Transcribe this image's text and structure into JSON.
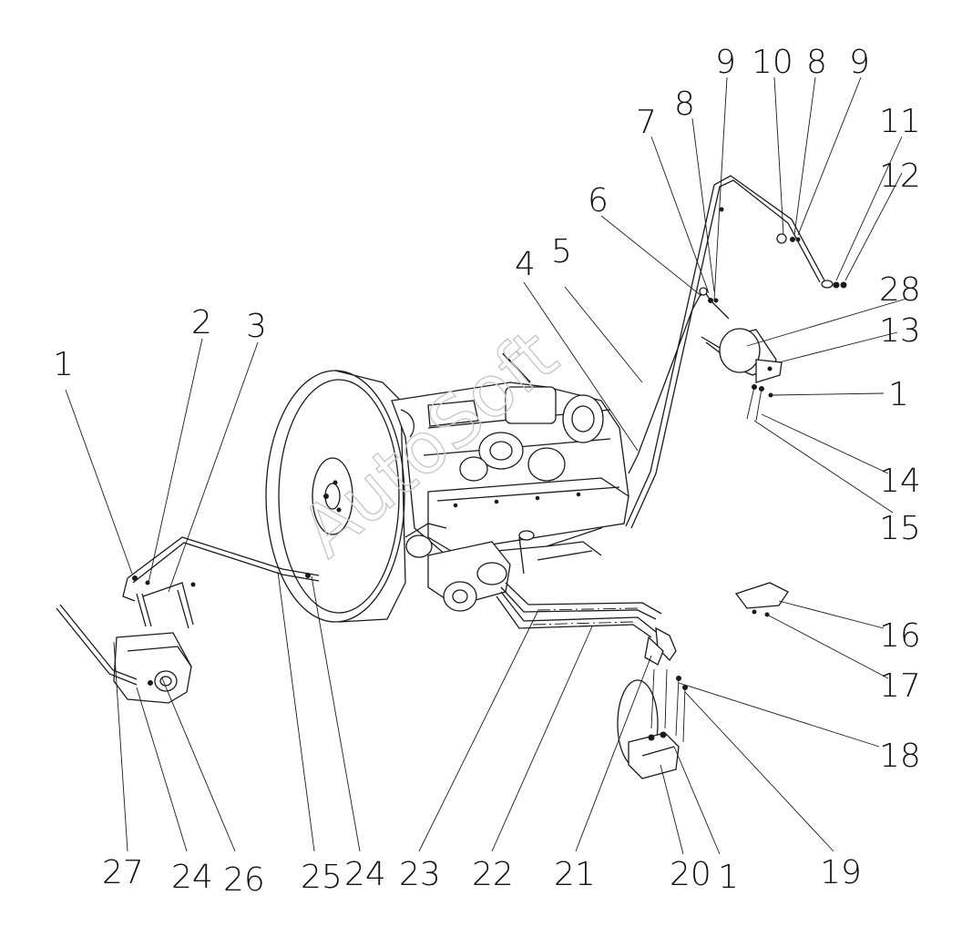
{
  "watermark": "AutoSoft",
  "callouts": {
    "c1a": "1",
    "c2": "2",
    "c3": "3",
    "c4": "4",
    "c5": "5",
    "c6": "6",
    "c7": "7",
    "c8a": "8",
    "c9a": "9",
    "c10": "10",
    "c8b": "8",
    "c9b": "9",
    "c11": "11",
    "c12": "12",
    "c28": "28",
    "c13": "13",
    "c1b": "1",
    "c14": "14",
    "c15": "15",
    "c16": "16",
    "c17": "17",
    "c18": "18",
    "c19": "19",
    "c1c": "1",
    "c20": "20",
    "c21": "21",
    "c22": "22",
    "c23": "23",
    "c24a": "24",
    "c25": "25",
    "c26": "26",
    "c24b": "24",
    "c27": "27"
  },
  "colors": {
    "ink": "#1a1a1a",
    "background": "#ffffff",
    "watermark": "#c8c8c8"
  }
}
